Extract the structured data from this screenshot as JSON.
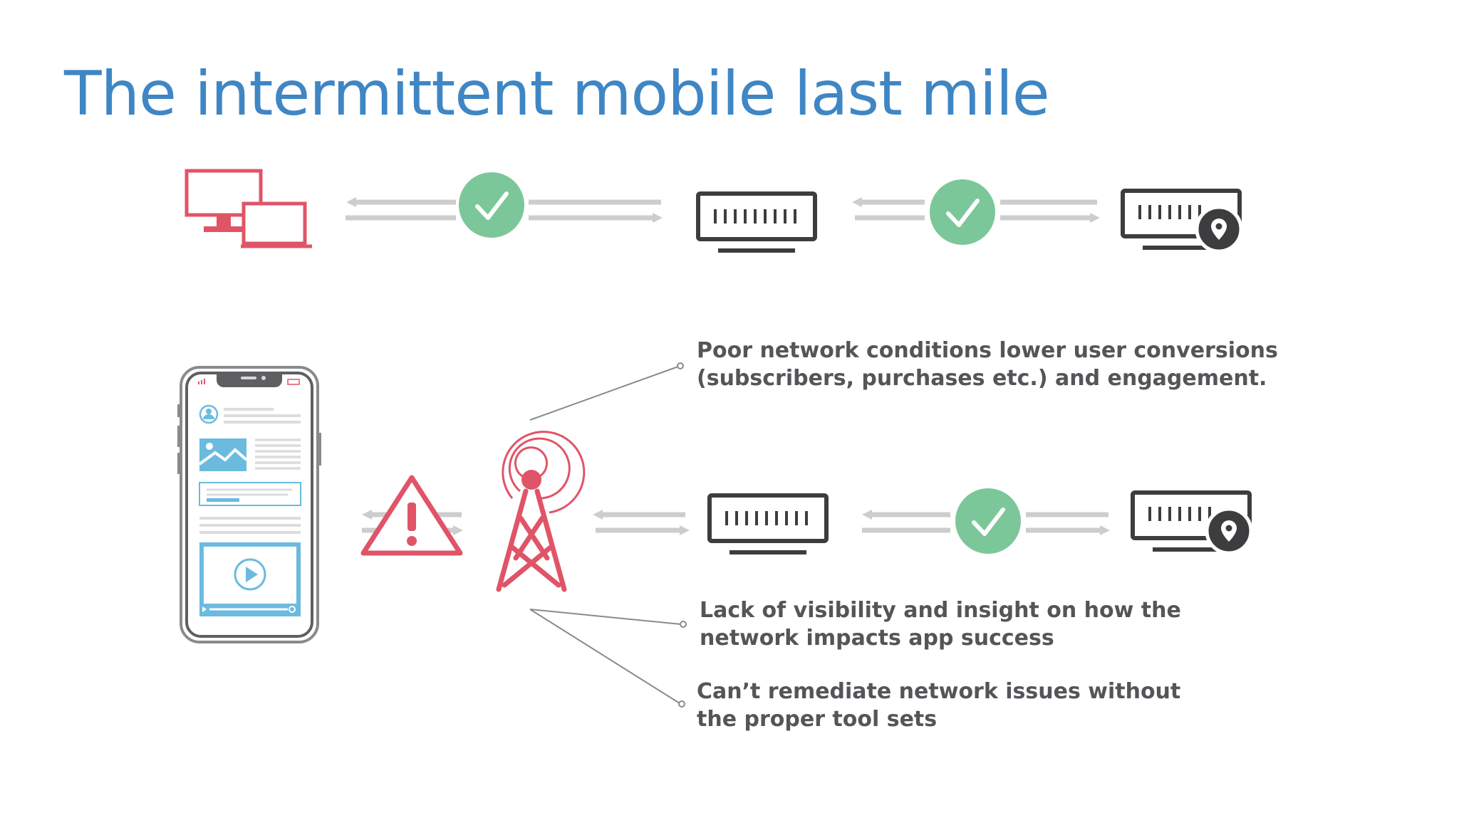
{
  "title": "The intermittent mobile last mile",
  "colors": {
    "title": "#3f86c4",
    "callout_text": "#555559",
    "device_red": "#e05468",
    "check_green": "#7cc79a",
    "arrow_gray": "#cdcdcd",
    "server_dark": "#3d3d3f",
    "screen_blue": "#6bbbdf"
  },
  "icons": {
    "desktop_devices": "desktop-laptop-icon",
    "check": "check-circle-icon",
    "server": "server-icon",
    "edge_server": "server-location-icon",
    "phone": "smartphone-icon",
    "warning": "warning-triangle-icon",
    "tower": "cell-tower-icon"
  },
  "callouts": [
    {
      "lines": [
        "Poor network conditions lower user conversions",
        "(subscribers, purchases etc.) and engagement."
      ]
    },
    {
      "lines": [
        "Lack of visibility and insight on how the",
        "network impacts app success"
      ]
    },
    {
      "lines": [
        "Can’t remediate network issues without",
        "the proper tool sets"
      ]
    }
  ]
}
